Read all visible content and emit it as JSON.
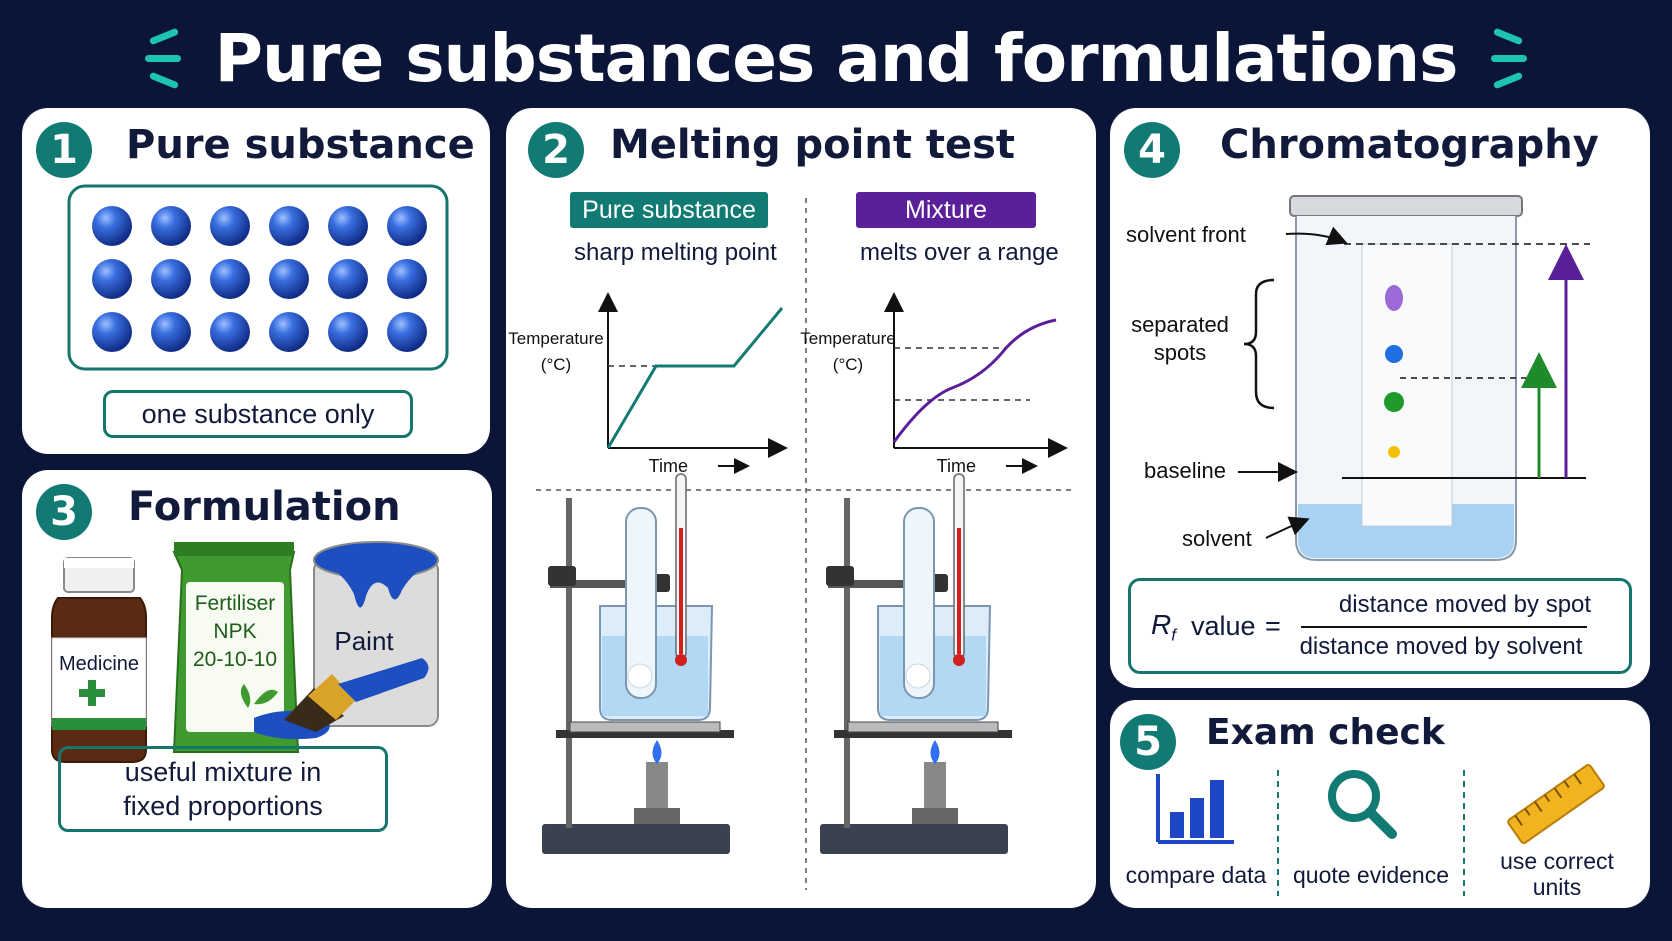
{
  "title": "Pure substances and formulations",
  "colors": {
    "background": "#0b1538",
    "teal": "#117a72",
    "purple": "#5b1f9a",
    "sphere": "#1d47c4",
    "accent": "#1fc3b2"
  },
  "panel1": {
    "number": "1",
    "title": "Pure substance",
    "label": "one substance only"
  },
  "panel2": {
    "number": "2",
    "title": "Melting point test",
    "pure_tag": "Pure substance",
    "pure_caption": "sharp melting point",
    "mix_tag": "Mixture",
    "mix_caption": "melts over a range",
    "ylabel_1": "Temperature",
    "ylabel_2": "(°C)",
    "xlabel": "Time"
  },
  "panel3": {
    "number": "3",
    "title": "Formulation",
    "medicine": "Medicine",
    "fertiliser_1": "Fertiliser",
    "fertiliser_2": "NPK",
    "fertiliser_3": "20-10-10",
    "paint": "Paint",
    "label_1": "useful mixture in",
    "label_2": "fixed proportions"
  },
  "panel4": {
    "number": "4",
    "title": "Chromatography",
    "solvent_front": "solvent front",
    "separated_1": "separated",
    "separated_2": "spots",
    "baseline": "baseline",
    "solvent": "solvent",
    "rf_label": "value",
    "rf_symbol": "R",
    "rf_subscript": "f",
    "equals": "=",
    "numerator": "distance moved by spot",
    "denominator": "distance moved by solvent"
  },
  "panel5": {
    "number": "5",
    "title": "Exam check",
    "item_1": "compare data",
    "item_2": "quote evidence",
    "item_3a": "use correct",
    "item_3b": "units",
    "icons": [
      "bar-chart-icon",
      "magnifier-icon",
      "ruler-icon"
    ]
  }
}
